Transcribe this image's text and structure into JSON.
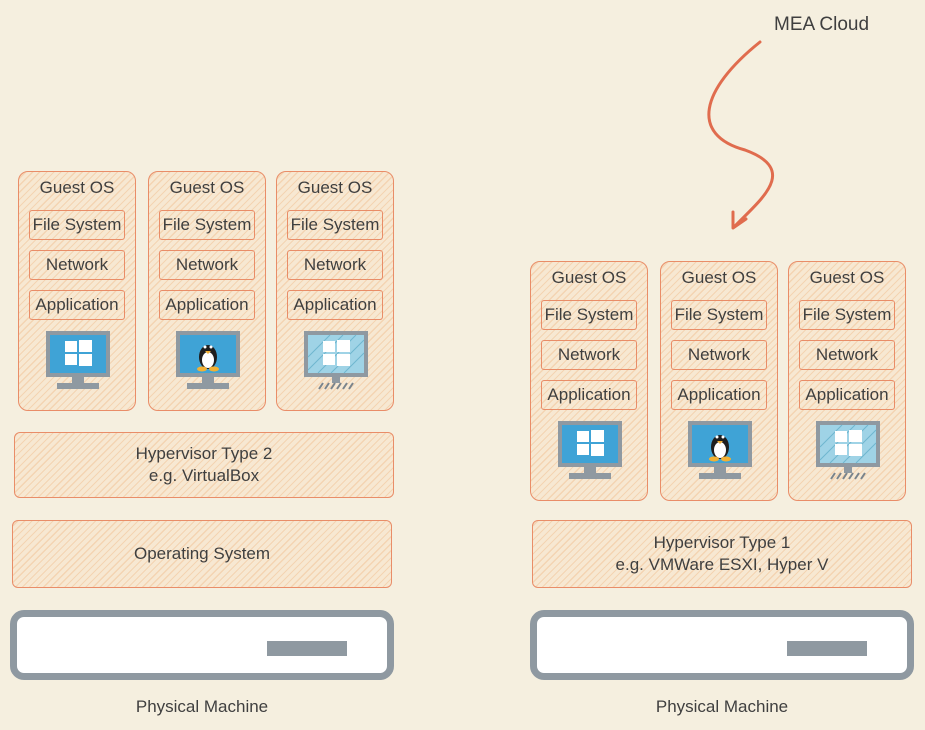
{
  "left_stack": {
    "vms": [
      {
        "title": "Guest OS",
        "layers": [
          "File System",
          "Network",
          "Application"
        ],
        "icon": "windows-monitor-icon"
      },
      {
        "title": "Guest OS",
        "layers": [
          "File System",
          "Network",
          "Application"
        ],
        "icon": "linux-monitor-icon"
      },
      {
        "title": "Guest OS",
        "layers": [
          "File System",
          "Network",
          "Application"
        ],
        "icon": "windows-legacy-monitor-icon"
      }
    ],
    "hypervisor": {
      "line1": "Hypervisor Type 2",
      "line2": "e.g. VirtualBox"
    },
    "os": "Operating System",
    "machine_label": "Physical Machine"
  },
  "right_stack": {
    "vms": [
      {
        "title": "Guest OS",
        "layers": [
          "File System",
          "Network",
          "Application"
        ],
        "icon": "windows-monitor-icon"
      },
      {
        "title": "Guest OS",
        "layers": [
          "File System",
          "Network",
          "Application"
        ],
        "icon": "linux-monitor-icon"
      },
      {
        "title": "Guest OS",
        "layers": [
          "File System",
          "Network",
          "Application"
        ],
        "icon": "windows-legacy-monitor-icon"
      }
    ],
    "hypervisor": {
      "line1": "Hypervisor Type 1",
      "line2": "e.g. VMWare ESXI, Hyper V"
    },
    "machine_label": "Physical Machine"
  },
  "cloud_label": "MEA Cloud",
  "colors": {
    "background": "#f5efdf",
    "accent": "#e98d68",
    "machine": "#8f99a1",
    "screen": "#3fa3d6"
  }
}
